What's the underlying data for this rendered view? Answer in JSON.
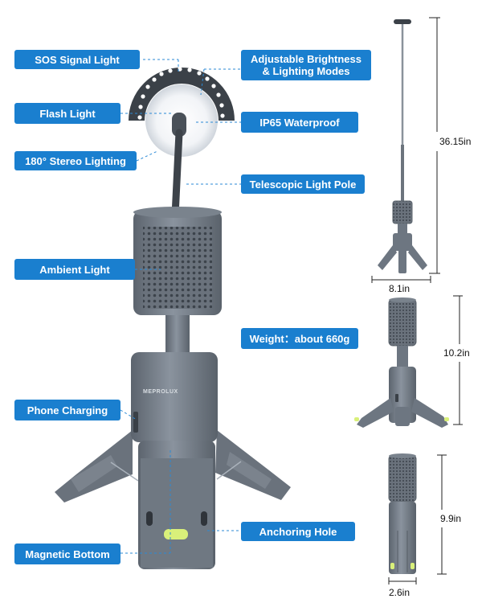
{
  "callouts": {
    "sos": "SOS Signal Light",
    "brightness_line1": "Adjustable Brightness",
    "brightness_line2": "& Lighting Modes",
    "flash": "Flash Light",
    "waterproof": "IP65 Waterproof",
    "stereo": "180° Stereo Lighting",
    "telescopic": "Telescopic Light Pole",
    "ambient": "Ambient Light",
    "weight": "Weight：about 660g",
    "phone": "Phone Charging",
    "anchoring": "Anchoring Hole",
    "magnetic": "Magnetic Bottom"
  },
  "dimensions": {
    "extended_height": "36.15in",
    "extended_width": "8.1in",
    "standard_height": "10.2in",
    "folded_height": "9.9in",
    "folded_width": "2.6in"
  },
  "brand": "MEPROLUX",
  "colors": {
    "callout_bg": "#1a7fcf",
    "body_gray": "#6d7681",
    "accent_glow": "#d9f07a"
  }
}
